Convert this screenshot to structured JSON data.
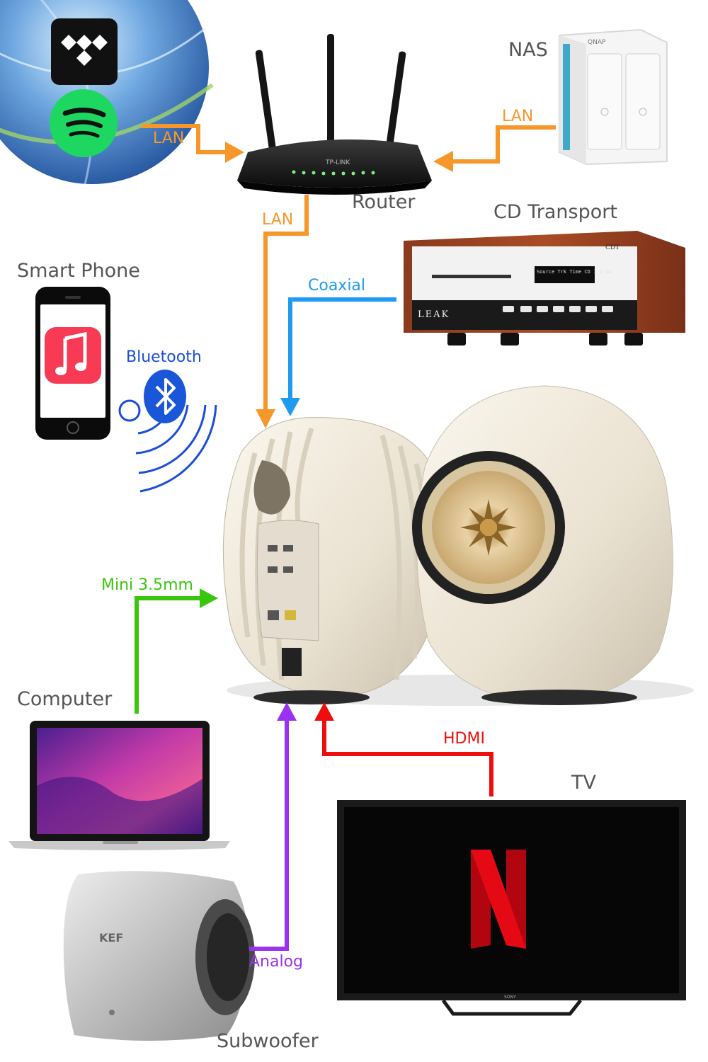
{
  "devices": {
    "nas": "NAS",
    "router": "Router",
    "cd_transport": "CD Transport",
    "smart_phone": "Smart Phone",
    "computer": "Computer",
    "tv": "TV",
    "subwoofer": "Subwoofer"
  },
  "connections": {
    "lan_streaming": "LAN",
    "lan_nas": "LAN",
    "lan_router": "LAN",
    "coaxial": "Coaxial",
    "bluetooth": "Bluetooth",
    "mini": "Mini 3.5mm",
    "hdmi": "HDMI",
    "analog": "Analog"
  },
  "device_text": {
    "router_brand": "TP-LINK",
    "nas_brand": "QNAP",
    "cd_badge": "CDT",
    "cd_brand": "LEAK",
    "cd_display": "Source Trk Time  CD  1  1:24",
    "sub_brand": "KEF",
    "tv_brand": "SONY"
  },
  "colors": {
    "lan": "#f7972a",
    "coaxial": "#1e9bf0",
    "bluetooth": "#1a4ed8",
    "mini": "#3ac60b",
    "hdmi": "#ee0e0e",
    "analog": "#9933ee",
    "device_label": "#555555"
  },
  "icons": {
    "tidal": "tidal-icon",
    "spotify": "spotify-icon",
    "apple_music": "apple-music-icon",
    "bluetooth": "bluetooth-icon",
    "netflix": "netflix-icon"
  }
}
